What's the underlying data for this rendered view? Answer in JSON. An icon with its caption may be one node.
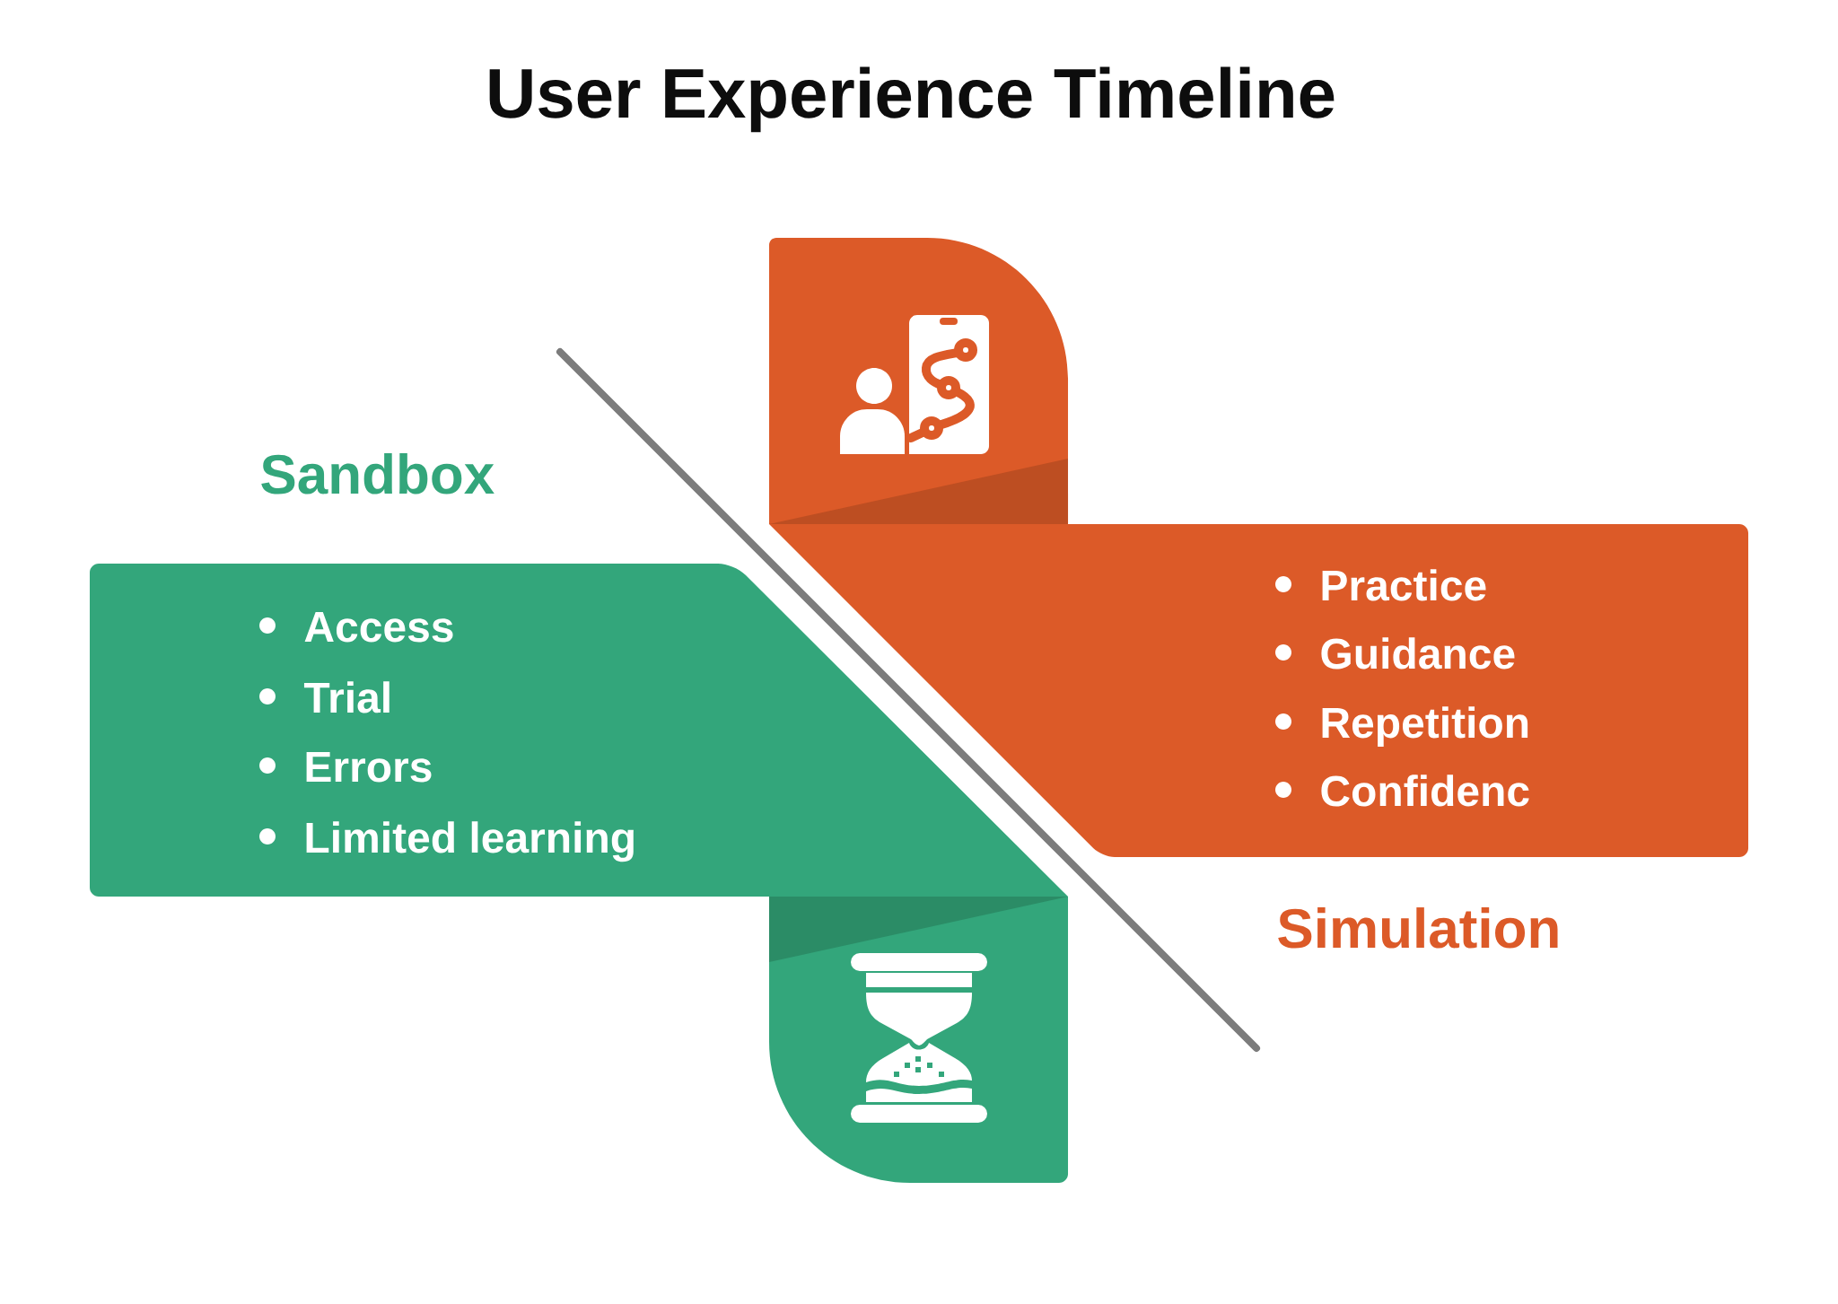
{
  "diagram": {
    "title": "User Experience Timeline",
    "nodes": [
      {
        "text": [
          "Sandbox",
          "Access",
          "Trial",
          "Errors",
          "Limited learning"
        ]
      },
      {
        "text": [
          "Practice",
          "Guidance",
          "Repetition",
          "Confidenc",
          "Simulation"
        ]
      }
    ]
  }
}
